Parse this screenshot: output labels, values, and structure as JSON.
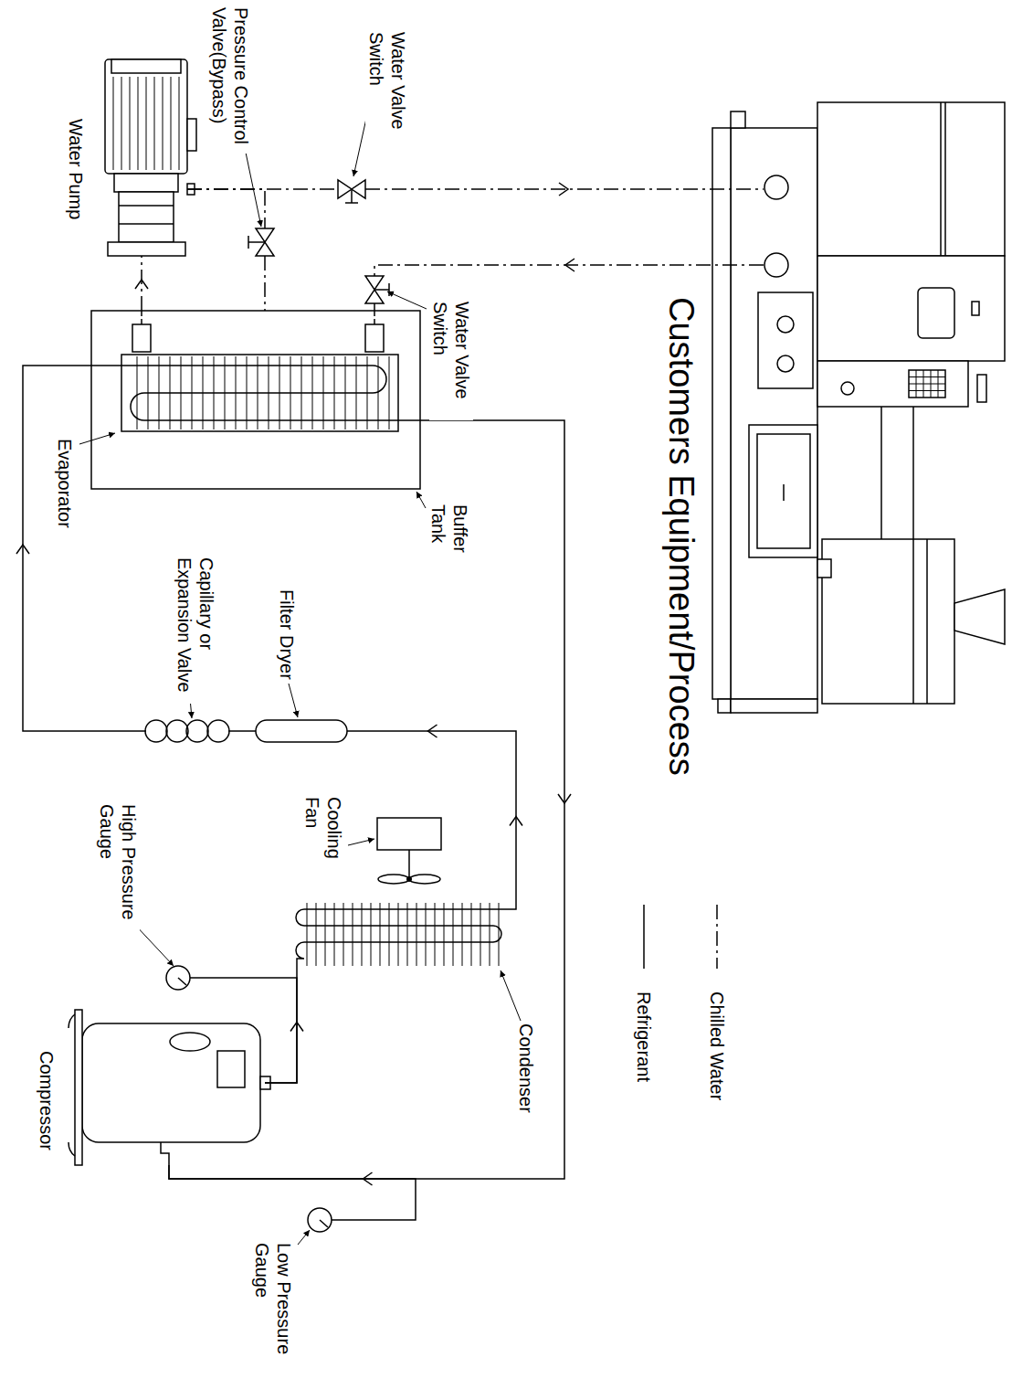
{
  "diagram": {
    "nodes": [
      {
        "text": [
          "Customers Equipment/Process"
        ]
      },
      {
        "text": [
          "Pressure Control Valve(Bypass)"
        ]
      },
      {
        "text": [
          "Water Valve Switch"
        ]
      },
      {
        "text": [
          "Water Pump"
        ]
      },
      {
        "text": [
          "Water Valve Switch"
        ]
      },
      {
        "text": [
          "Buffer Tank"
        ]
      },
      {
        "text": [
          "Evaporator"
        ],
        "in": 5
      },
      {
        "text": [
          "Filter Dryer"
        ]
      },
      {
        "text": [
          "Capillary or Expansion Valve"
        ]
      },
      {
        "text": [
          "Cooling Fan"
        ]
      },
      {
        "text": [
          "Condenser"
        ]
      },
      {
        "text": [
          "High Pressure Gauge"
        ]
      },
      {
        "text": [
          "Compressor"
        ]
      },
      {
        "text": [
          "Low Pressure Gauge"
        ]
      }
    ],
    "edges": [
      {
        "from": 3,
        "to": 2,
        "arrow": "none"
      },
      {
        "from": 2,
        "to": 0,
        "arrow": "to"
      },
      {
        "from": 0,
        "to": 4,
        "arrow": "to"
      },
      {
        "from": 4,
        "to": 5,
        "arrow": "none"
      },
      {
        "from": 5,
        "to": 3,
        "arrow": "to"
      },
      {
        "from": 3,
        "to": 1,
        "arrow": "none"
      },
      {
        "from": 1,
        "to": 5,
        "arrow": "none"
      },
      {
        "from": 6,
        "to": 12,
        "arrow": "to"
      },
      {
        "from": 12,
        "to": 10,
        "arrow": "to"
      },
      {
        "from": 10,
        "to": 7,
        "arrow": "to"
      },
      {
        "from": 7,
        "to": 8,
        "arrow": "none"
      },
      {
        "from": 8,
        "to": 6,
        "arrow": "to"
      },
      {
        "from": 12,
        "to": 11,
        "arrow": "none"
      },
      {
        "from": 12,
        "to": 13,
        "arrow": "none"
      }
    ],
    "legend": [
      {
        "text": "Chilled Water"
      },
      {
        "text": "Refrigerant"
      }
    ]
  }
}
